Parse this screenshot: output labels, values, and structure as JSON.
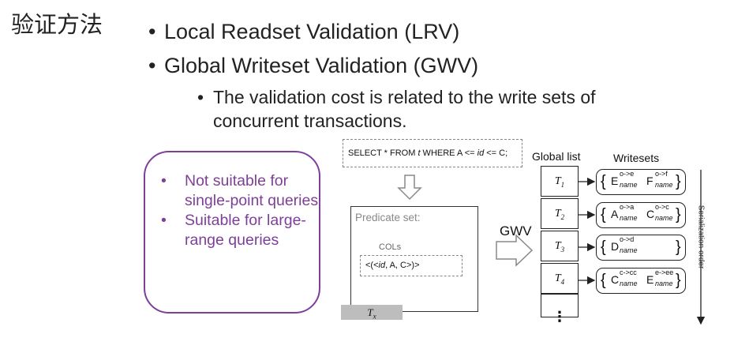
{
  "title": "验证方法",
  "bullets": [
    "Local Readset Validation (LRV)",
    "Global Writeset Validation (GWV)"
  ],
  "sub_bullet": "The validation cost is related to the write sets of concurrent transactions.",
  "note_bullets": [
    "Not suitable for single-point queries",
    "Suitable for large-range queries"
  ],
  "sql": {
    "p1": "SELECT * FROM ",
    "table": "t",
    "p2": " WHERE A <= ",
    "col": "id",
    "p3": " <= C;"
  },
  "predicate": {
    "title": "Predicate set:",
    "cols_label": "COLs",
    "entry_open": "<(<",
    "entry_id": "id",
    "entry_rest": ", A, C>)>"
  },
  "tx_label": {
    "base": "T",
    "sub": "x"
  },
  "gwv_label": "GWV",
  "global_list": {
    "label": "Global list",
    "entries": [
      {
        "base": "T",
        "sub": "1"
      },
      {
        "base": "T",
        "sub": "2"
      },
      {
        "base": "T",
        "sub": "3"
      },
      {
        "base": "T",
        "sub": "4"
      }
    ],
    "ellipsis": "⋮"
  },
  "writesets": {
    "label": "Writesets",
    "rows": [
      [
        {
          "letter": "E",
          "sup": "o->e",
          "sub": "name"
        },
        {
          "letter": "F",
          "sup": "o->f",
          "sub": "name"
        }
      ],
      [
        {
          "letter": "A",
          "sup": "o->a",
          "sub": "name"
        },
        {
          "letter": "C",
          "sup": "o->c",
          "sub": "name"
        }
      ],
      [
        {
          "letter": "D",
          "sup": "o->d",
          "sub": "name"
        }
      ],
      [
        {
          "letter": "C",
          "sup": "c->cc",
          "sub": "name"
        },
        {
          "letter": "E",
          "sup": "e->ee",
          "sub": "name"
        }
      ]
    ]
  },
  "serialization_label": "Serialization order",
  "colors": {
    "accent": "#7e3f98",
    "line": "#222222",
    "arrow_fill": "#ffffff",
    "tx_bg": "#bdbdbd"
  }
}
